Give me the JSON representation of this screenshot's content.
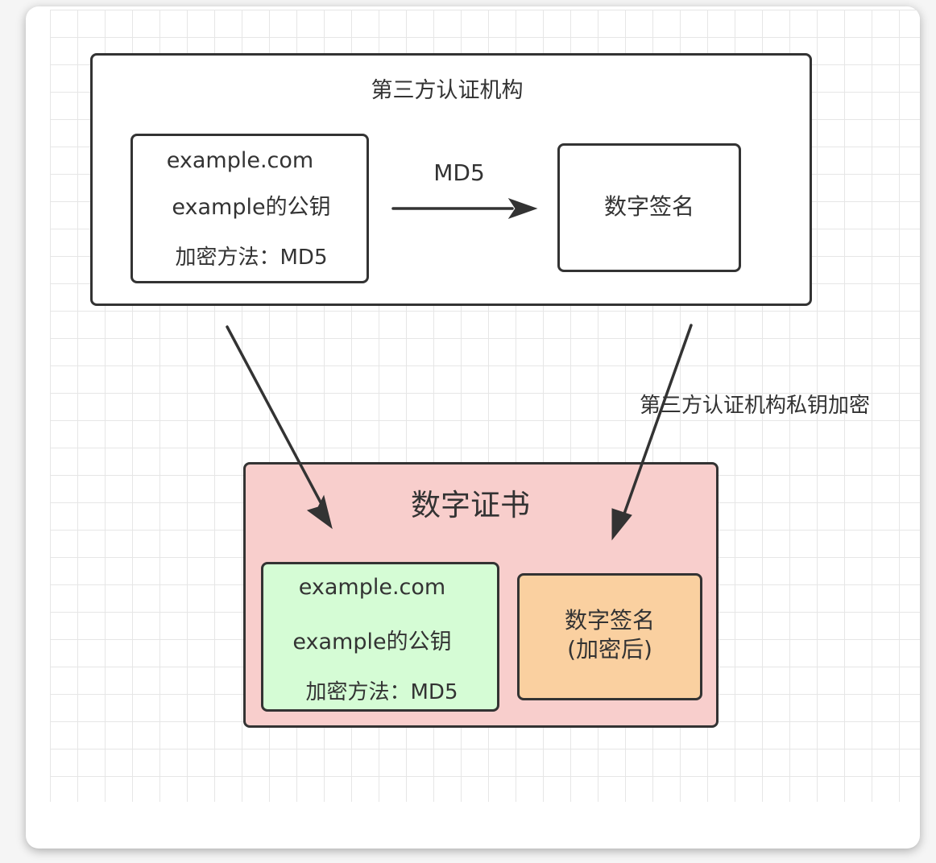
{
  "authority": {
    "title": "第三方认证机构",
    "source_lines": [
      "example.com",
      "example的公钥",
      "加密方法：MD5"
    ],
    "hash_label": "MD5",
    "signature_label": "数字签名"
  },
  "encrypt_label": "第三方认证机构私钥加密",
  "certificate": {
    "title": "数字证书",
    "content_lines": [
      "example.com",
      "example的公钥",
      "加密方法：MD5"
    ],
    "signature_line1": "数字签名",
    "signature_line2": "(加密后)"
  },
  "colors": {
    "stroke": "#333333",
    "certificate_fill": "#f8cecc",
    "content_fill": "#d5fcd5",
    "signature_fill": "#fad0a0"
  }
}
